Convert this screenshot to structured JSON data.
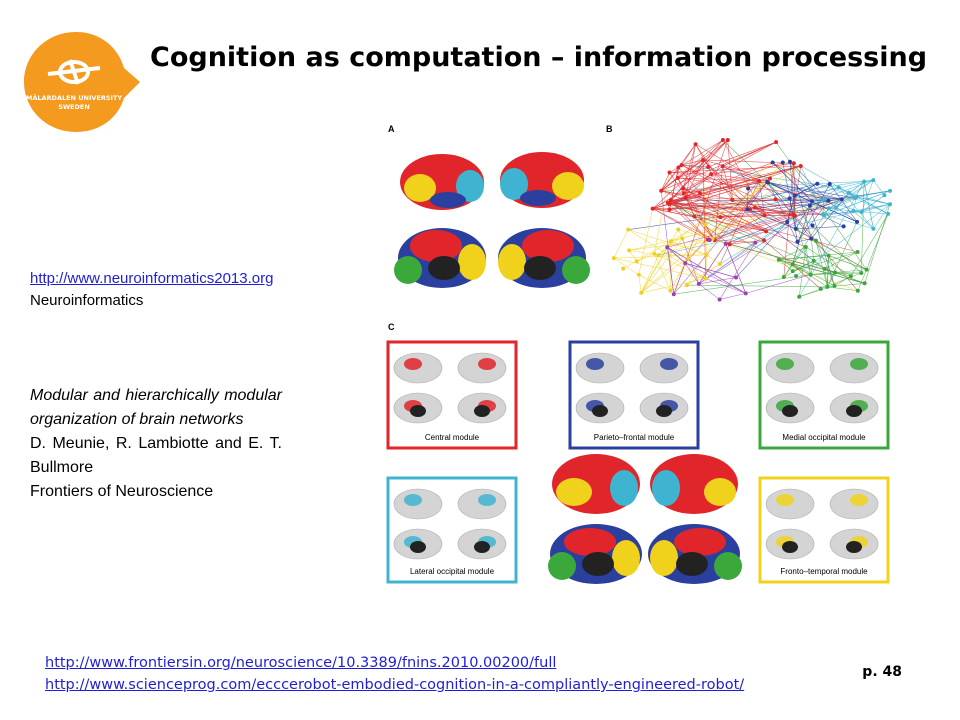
{
  "slide": {
    "title": "Cognition as computation – information processing",
    "logo_text_line1": "MÄLARDALEN UNIVERSITY",
    "logo_text_line2": "SWEDEN",
    "page_number": "p. 48"
  },
  "reference_link": {
    "url": "http://www.neuroinformatics2013.org",
    "caption": "Neuroinformatics"
  },
  "paper": {
    "title": "Modular and hierarchically modular organization of brain networks",
    "authors": "D. Meunie, R. Lambiotte and E. T. Bullmore",
    "journal": "Frontiers of Neuroscience"
  },
  "figure": {
    "panel_a": "A",
    "panel_b": "B",
    "panel_c": "C",
    "modules": [
      {
        "label": "Central module",
        "color": "#e0262b"
      },
      {
        "label": "Parieto–frontal module",
        "color": "#2b3f9e"
      },
      {
        "label": "Medial occipital module",
        "color": "#3aa83a"
      },
      {
        "label": "Lateral occipital module",
        "color": "#3fb4d0"
      },
      {
        "label": "Fronto–temporal module",
        "color": "#f0d21c"
      }
    ]
  },
  "bottom_links": [
    "http://www.frontiersin.org/neuroscience/10.3389/fnins.2010.00200/full",
    "http://www.scienceprog.com/ecccerobot-embodied-cognition-in-a-compliantly-engineered-robot/"
  ],
  "colors": {
    "brand_orange": "#f39a1f",
    "link_blue": "#1f1fd6"
  }
}
